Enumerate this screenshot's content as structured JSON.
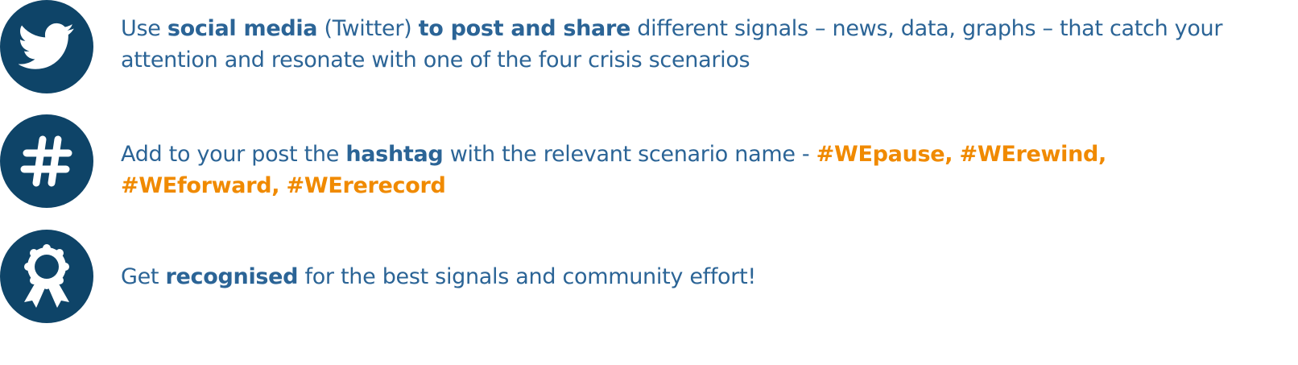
{
  "colors": {
    "icon_background": "#0e4468",
    "text_primary": "#2b6496",
    "hashtag_accent": "#f08a00"
  },
  "steps": [
    {
      "icon": "twitter-bird-icon",
      "parts": [
        {
          "text": "Use ",
          "style": "normal"
        },
        {
          "text": "social media",
          "style": "bold"
        },
        {
          "text": " (Twitter) ",
          "style": "normal"
        },
        {
          "text": "to post and share",
          "style": "bold"
        },
        {
          "text": " different signals – news, data, graphs – that catch your attention and resonate with one of the four crisis scenarios",
          "style": "normal"
        }
      ]
    },
    {
      "icon": "hashtag-icon",
      "parts": [
        {
          "text": "Add to your post the ",
          "style": "normal"
        },
        {
          "text": "hashtag",
          "style": "bold"
        },
        {
          "text": " with the relevant scenario name - ",
          "style": "normal"
        },
        {
          "text": "#WEpause,",
          "style": "tag"
        },
        {
          "text": " ",
          "style": "normal"
        },
        {
          "text": "#WErewind,",
          "style": "tag"
        },
        {
          "text": " ",
          "style": "normal"
        },
        {
          "text": "#WEforward,",
          "style": "tag"
        },
        {
          "text": " ",
          "style": "normal"
        },
        {
          "text": "#WErerecord",
          "style": "tag"
        }
      ]
    },
    {
      "icon": "award-ribbon-icon",
      "parts": [
        {
          "text": "Get ",
          "style": "normal"
        },
        {
          "text": "recognised",
          "style": "bold"
        },
        {
          "text": " for the best signals and community effort!",
          "style": "normal"
        }
      ]
    }
  ]
}
